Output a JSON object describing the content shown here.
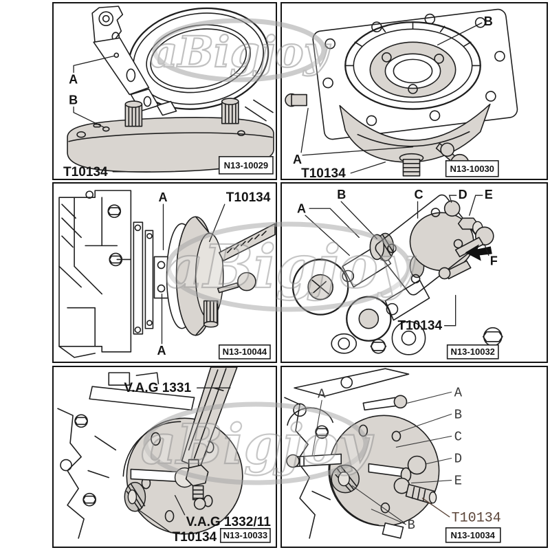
{
  "watermark": {
    "text": "aBigjoy",
    "ring_color": "#a3a3a3"
  },
  "colors": {
    "line": "#1f1f1f",
    "tool_fill": "#d9d5d0",
    "panel_border": "#141414",
    "t10134_mono_color": "#5c463a",
    "watermark_gray": "#8f8f8f"
  },
  "panels": [
    {
      "figure_id": "N13-10029",
      "callout_a": "A",
      "callout_b": "B",
      "tool_label": "T10134"
    },
    {
      "figure_id": "N13-10030",
      "callout_a": "A",
      "callout_b": "B",
      "tool_label": "T10134"
    },
    {
      "figure_id": "N13-10044",
      "callout_a_top": "A",
      "callout_a_bottom": "A",
      "tool_label": "T10134"
    },
    {
      "figure_id": "N13-10032",
      "callout_a": "A",
      "callout_b": "B",
      "callout_c": "C",
      "callout_d": "D",
      "callout_e": "E",
      "callout_f": "F",
      "tool_label": "T10134"
    },
    {
      "figure_id": "N13-10033",
      "torque_wrench_label": "V.A.G 1331",
      "adapter_label": "V.A.G 1332/11",
      "tool_label": "T10134"
    },
    {
      "figure_id": "N13-10034",
      "callout_a_inner": "A",
      "callout_a": "A",
      "callout_b": "B",
      "callout_c": "C",
      "callout_d": "D",
      "callout_e": "E",
      "callout_b_bottom": "B",
      "tool_label": "T10134"
    }
  ]
}
